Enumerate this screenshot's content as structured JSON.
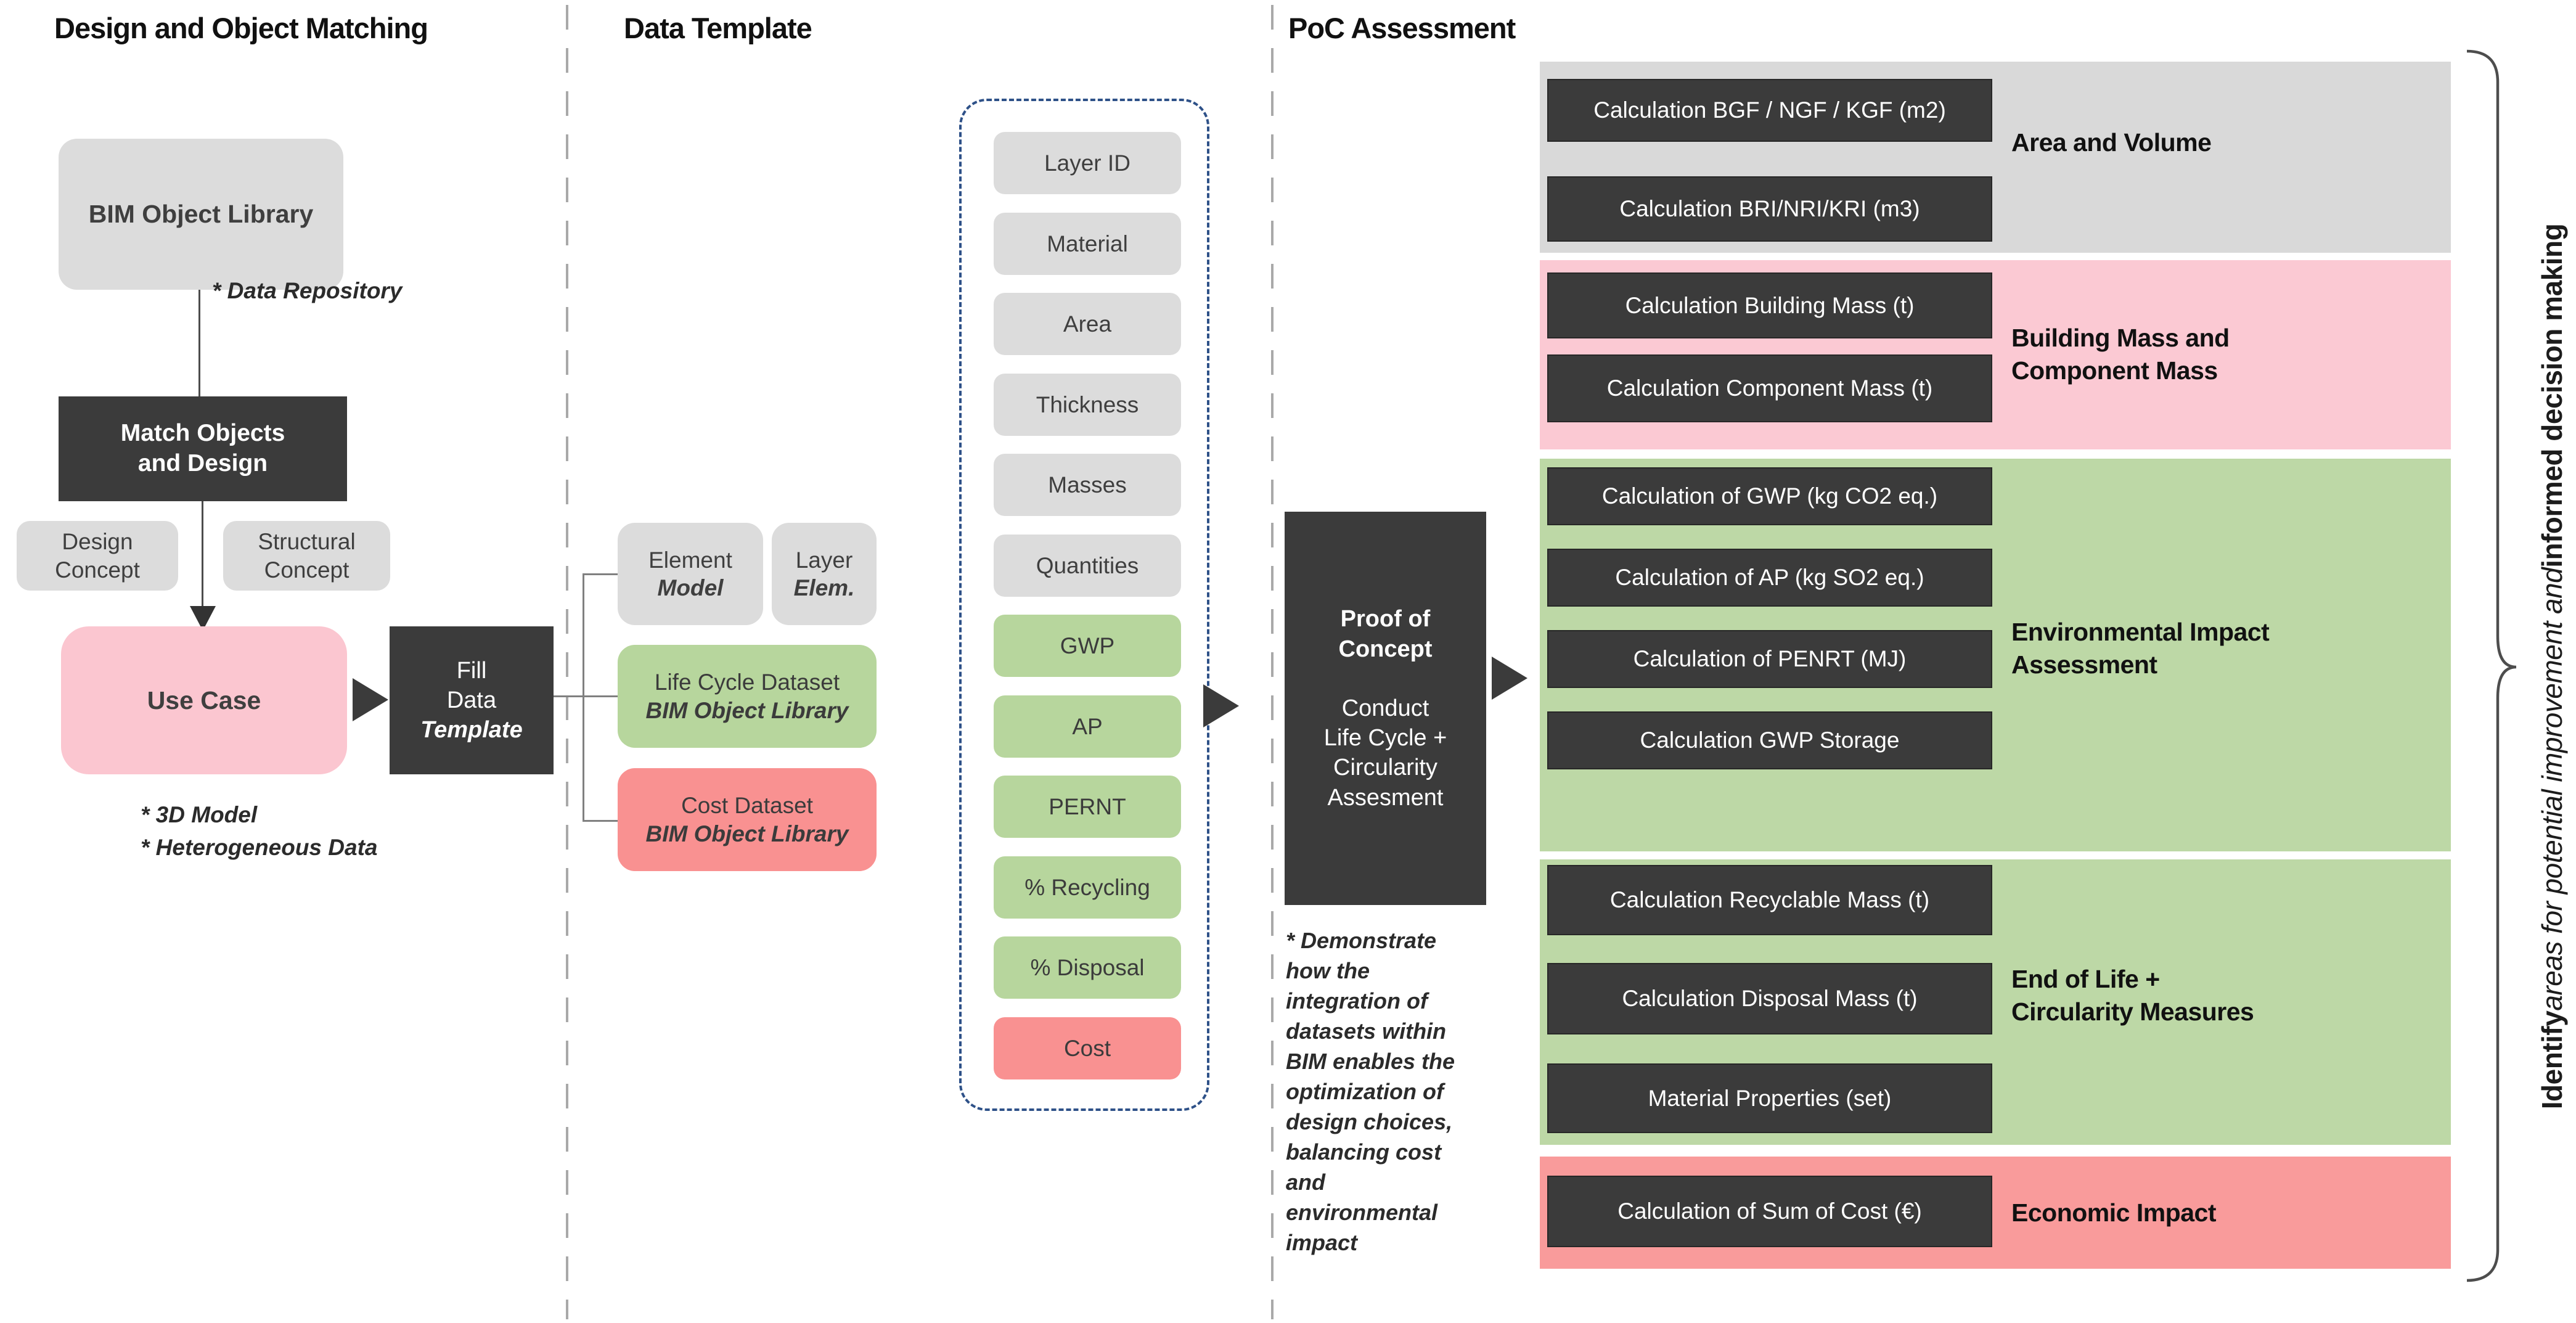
{
  "design_column": {
    "title": "Design and Object Matching",
    "bim_library": "BIM Object Library",
    "data_repository_note": "* Data Repository",
    "match_objects": "Match Objects\nand Design",
    "design_concept": "Design\nConcept",
    "structural_concept": "Structural\nConcept",
    "use_case": "Use Case",
    "fill_box_top": "Fill\nData",
    "fill_box_emphasis": "Template",
    "model_notes": "* 3D Model\n* Heterogeneous Data"
  },
  "template_column": {
    "title": "Data Template",
    "element_box": {
      "line1": "Element",
      "line2": "Model"
    },
    "layer_box": {
      "line1": "Layer",
      "line2": "Elem."
    },
    "lifecycle_box": {
      "line1": "Life Cycle Dataset",
      "line2": "BIM Object Library"
    },
    "cost_box": {
      "line1": "Cost Dataset",
      "line2": "BIM Object Library"
    },
    "fields": [
      {
        "label": "Layer ID",
        "color": "gray"
      },
      {
        "label": "Material",
        "color": "gray"
      },
      {
        "label": "Area",
        "color": "gray"
      },
      {
        "label": "Thickness",
        "color": "gray"
      },
      {
        "label": "Masses",
        "color": "gray"
      },
      {
        "label": "Quantities",
        "color": "gray"
      },
      {
        "label": "GWP",
        "color": "green"
      },
      {
        "label": "AP",
        "color": "green"
      },
      {
        "label": "PERNT",
        "color": "green"
      },
      {
        "label": "% Recycling",
        "color": "green"
      },
      {
        "label": "% Disposal",
        "color": "green"
      },
      {
        "label": "Cost",
        "color": "salmon"
      }
    ]
  },
  "poc_column": {
    "title": "PoC Assessment",
    "proof_heading": "Proof of\nConcept",
    "proof_body": "Conduct\nLife Cycle +\nCircularity\nAssesment",
    "note": "* Demonstrate\nhow the\nintegration of\ndatasets within\nBIM enables the\noptimization of\ndesign choices,\nbalancing cost\nand\nenvironmental\nimpact",
    "sections": [
      {
        "label": "Area and Volume",
        "color": "#d9d9d9",
        "boxes": [
          "Calculation BGF / NGF / KGF (m2)",
          "Calculation BRI/NRI/KRI (m3)"
        ]
      },
      {
        "label": "Building Mass and\nComponent Mass",
        "color": "#fbc9d3",
        "boxes": [
          "Calculation Building Mass (t)",
          "Calculation Component Mass (t)"
        ]
      },
      {
        "label": "Environmental Impact\nAssessment",
        "color": "#bdd8a6",
        "boxes": [
          "Calculation of GWP (kg CO2 eq.)",
          "Calculation of AP (kg SO2 eq.)",
          "Calculation of PENRT (MJ)",
          "Calculation GWP Storage"
        ]
      },
      {
        "label": "End of Life +\nCircularity Measures",
        "color": "#bdd8a6",
        "boxes": [
          "Calculation Recyclable Mass (t)",
          "Calculation Disposal Mass (t)",
          "Material Properties (set)"
        ]
      },
      {
        "label": "Economic Impact",
        "color": "#f99b9b",
        "boxes": [
          "Calculation of Sum of Cost (€)"
        ]
      }
    ]
  },
  "side_label": {
    "bold_start": "Identify ",
    "italic_middle": "areas for potential improvement and ",
    "bold_end": "informed decision making"
  },
  "colors": {
    "dark_box": "#3b3b3b",
    "gray_box": "#dcdcdc",
    "gray_section": "#d9d9d9",
    "pink_box": "#fbc6d0",
    "pink_section": "#fbc9d3",
    "green_box": "#b7d69d",
    "green_section": "#bdd8a6",
    "salmon_box": "#f99191",
    "salmon_section": "#f99b9b",
    "dashed_container_border": "#2e5188",
    "column_separator": "#a9a9a9",
    "connector_line": "#808080"
  }
}
